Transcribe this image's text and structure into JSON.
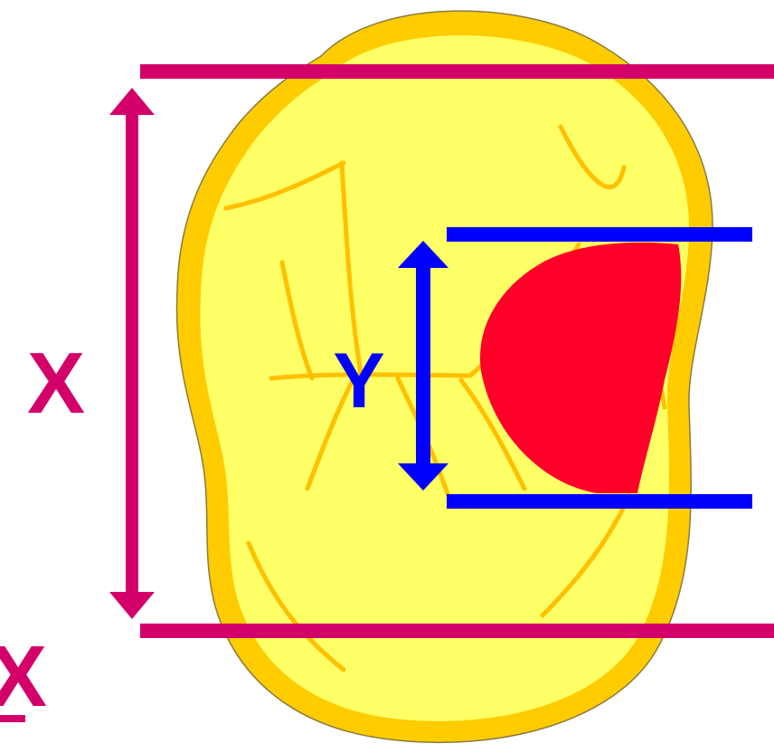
{
  "labels": {
    "x_label": "X",
    "y_label": "Y",
    "partial_label": "X"
  },
  "colors": {
    "background": "#ffffff",
    "tooth_outer": "#FFCC00",
    "tooth_body": "#FFFF66",
    "groove": "#FFC000",
    "lesion": "#FF0028",
    "x_measure": "#D4006A",
    "y_measure": "#0000FF"
  },
  "icons": {
    "x_arrow": "double-headed-vertical-arrow",
    "y_arrow": "double-headed-vertical-arrow"
  }
}
